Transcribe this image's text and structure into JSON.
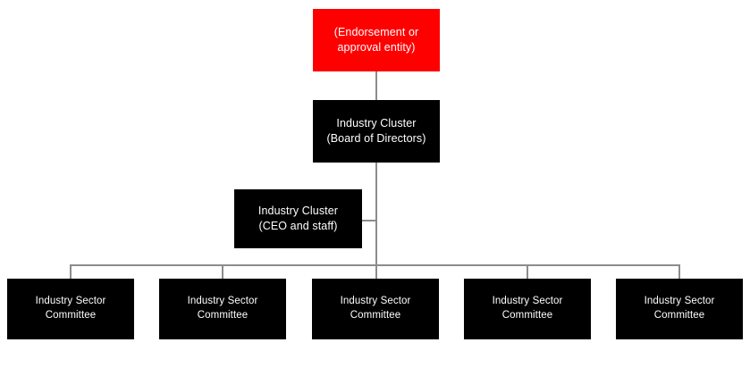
{
  "chart_data": {
    "type": "diagram",
    "title": "Industry Cluster organizational structure",
    "layout": "top-down hierarchy with five-way horizontal bus at the bottom level",
    "levels": 4,
    "node_count": 8,
    "connector_color": "#8c8c8c"
  },
  "colors": {
    "endorsement_fill": "#ff0000",
    "node_fill": "#000000",
    "node_text": "#ffffff",
    "connector": "#8c8c8c",
    "background": "#ffffff"
  },
  "nodes": {
    "endorsement": {
      "line1": "(Endorsement or",
      "line2": "approval entity)"
    },
    "board": {
      "line1": "Industry Cluster",
      "line2": "(Board of Directors)"
    },
    "ceo": {
      "line1": "Industry Cluster",
      "line2": "(CEO and staff)"
    },
    "sectors": [
      {
        "line1": "Industry Sector",
        "line2": "Committee"
      },
      {
        "line1": "Industry Sector",
        "line2": "Committee"
      },
      {
        "line1": "Industry Sector",
        "line2": "Committee"
      },
      {
        "line1": "Industry Sector",
        "line2": "Committee"
      },
      {
        "line1": "Industry Sector",
        "line2": "Committee"
      }
    ]
  }
}
